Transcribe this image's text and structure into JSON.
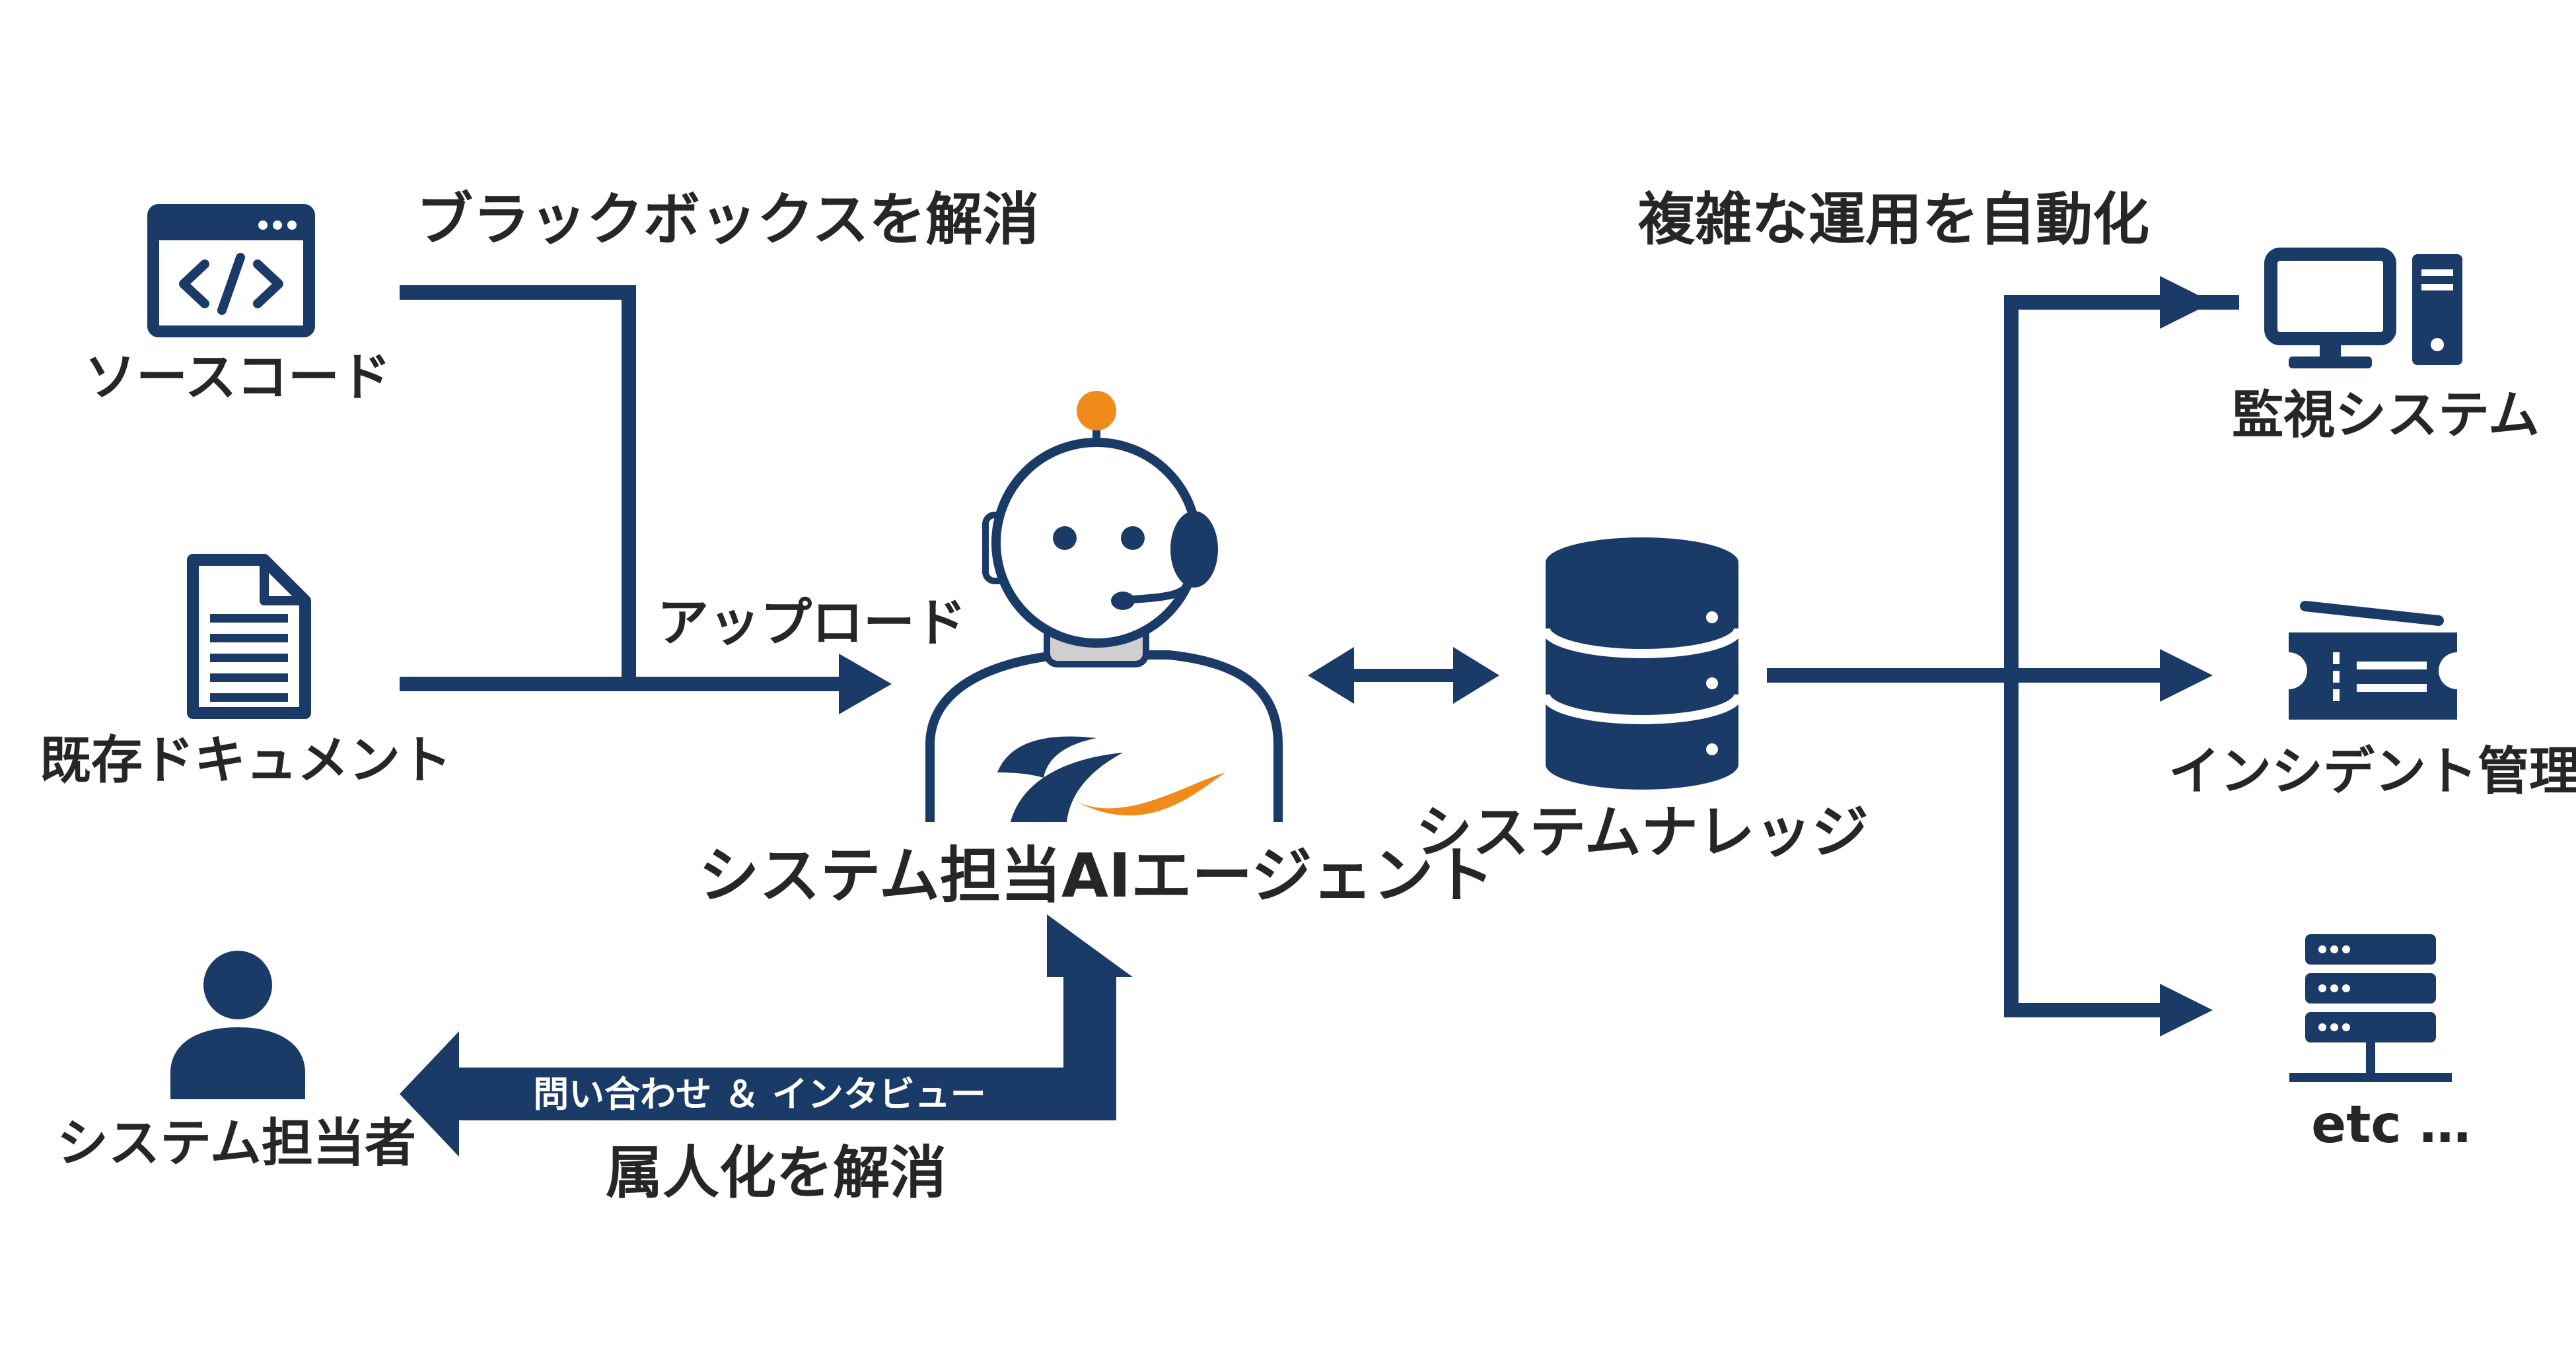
{
  "labels": {
    "source_code": "ソースコード",
    "existing_docs": "既存ドキュメント",
    "black_box": "ブラックボックスを解消",
    "upload": "アップロード",
    "agent": "システム担当AIエージェント",
    "knowledge": "システムナレッジ",
    "automate": "複雑な運用を自動化",
    "monitoring": "監視システム",
    "incident": "インシデント管理",
    "etc": "etc …",
    "staff": "システム担当者",
    "interview": "問い合わせ ＆ インタビュー",
    "individual": "属人化を解消"
  },
  "colors": {
    "primary": "#1a3a68",
    "accent": "#f08a1a",
    "text": "#262626",
    "light_gray": "#cfcfcf"
  },
  "icons": [
    "code-window-icon",
    "document-icon",
    "ai-robot-icon",
    "database-icon",
    "monitor-icon",
    "ticket-icon",
    "server-icon",
    "person-icon"
  ]
}
